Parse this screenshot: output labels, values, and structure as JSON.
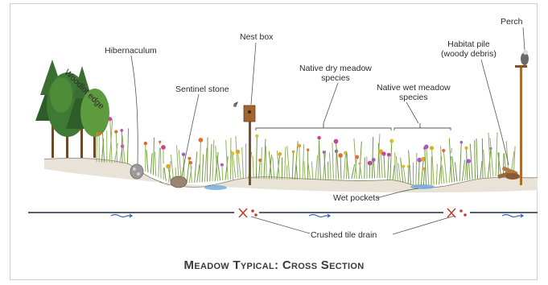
{
  "labels": {
    "woodlot_edge": "Woodlot edge",
    "hibernaculum": "Hibernaculum",
    "sentinel_stone": "Sentinel stone",
    "nest_box": "Nest box",
    "native_dry_line1": "Native dry meadow",
    "native_dry_line2": "species",
    "native_wet_line1": "Native wet meadow",
    "native_wet_line2": "species",
    "habitat_pile_line1": "Habitat pile",
    "habitat_pile_line2": "(woody debris)",
    "perch": "Perch",
    "wet_pockets": "Wet pockets",
    "crushed_tile_drain": "Crushed tile drain"
  },
  "title": "Meadow Typical: Cross Section",
  "colors": {
    "ground_line": "#8a7a68",
    "tree_dark": "#2f5d2a",
    "tree_light": "#5e9a3e",
    "water": "#6aa6d8",
    "drain_line": "#1f2a44",
    "drain_break": "#c0392b",
    "flow_arrow": "#3a67b5",
    "leader": "#555555"
  },
  "icons": [
    "tree-icon",
    "bird-icon",
    "nest-box-icon",
    "stone-icon",
    "log-pile-icon",
    "flow-arrow-icon",
    "broken-pipe-icon"
  ]
}
